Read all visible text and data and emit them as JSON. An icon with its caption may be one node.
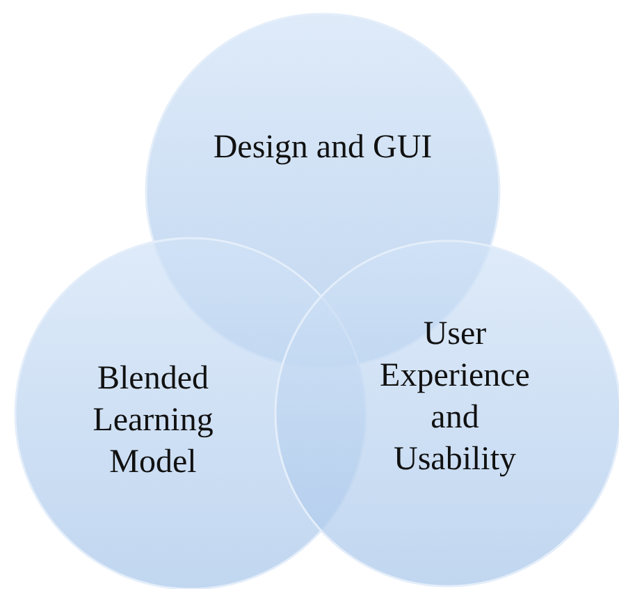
{
  "diagram": {
    "nodes": [
      {
        "text": [
          "Design and GUI"
        ]
      },
      {
        "text": [
          "Blended Learning Model"
        ]
      },
      {
        "text": [
          "User Experience and Usability"
        ]
      }
    ],
    "edges": []
  }
}
